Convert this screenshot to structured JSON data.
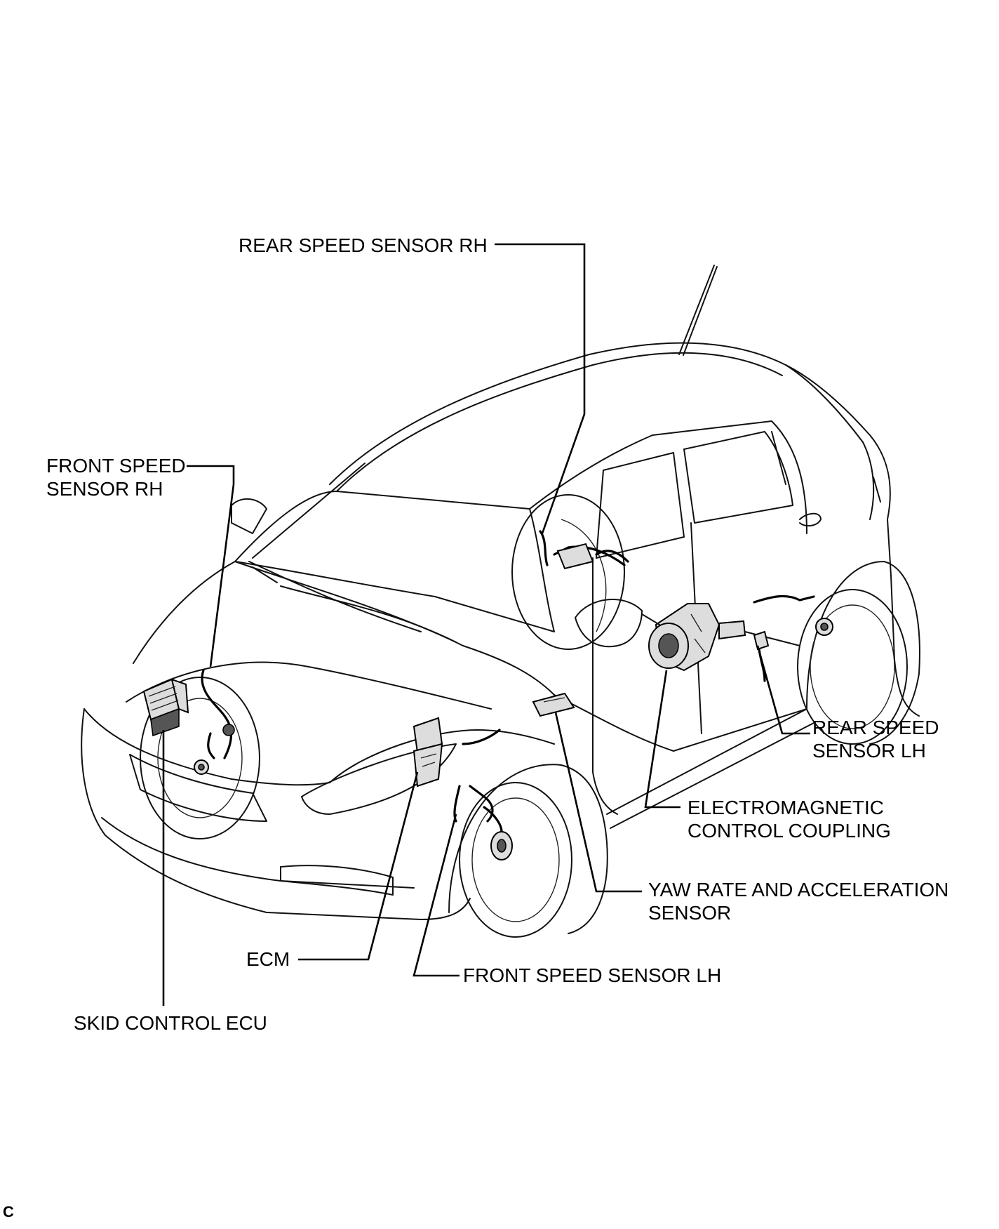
{
  "labels": {
    "rear_speed_sensor_rh": "REAR SPEED SENSOR RH",
    "front_speed_sensor_rh": [
      "FRONT SPEED",
      "SENSOR RH"
    ],
    "rear_speed_sensor_lh": [
      "REAR SPEED",
      "SENSOR LH"
    ],
    "electromagnetic_control_coupling": [
      "ELECTROMAGNETIC",
      "CONTROL COUPLING"
    ],
    "yaw_rate_sensor": [
      "YAW RATE AND ACCELERATION",
      "SENSOR"
    ],
    "ecm": "ECM",
    "front_speed_sensor_lh": "FRONT SPEED SENSOR LH",
    "skid_control_ecu": "SKID CONTROL ECU"
  },
  "figure_code": "C"
}
